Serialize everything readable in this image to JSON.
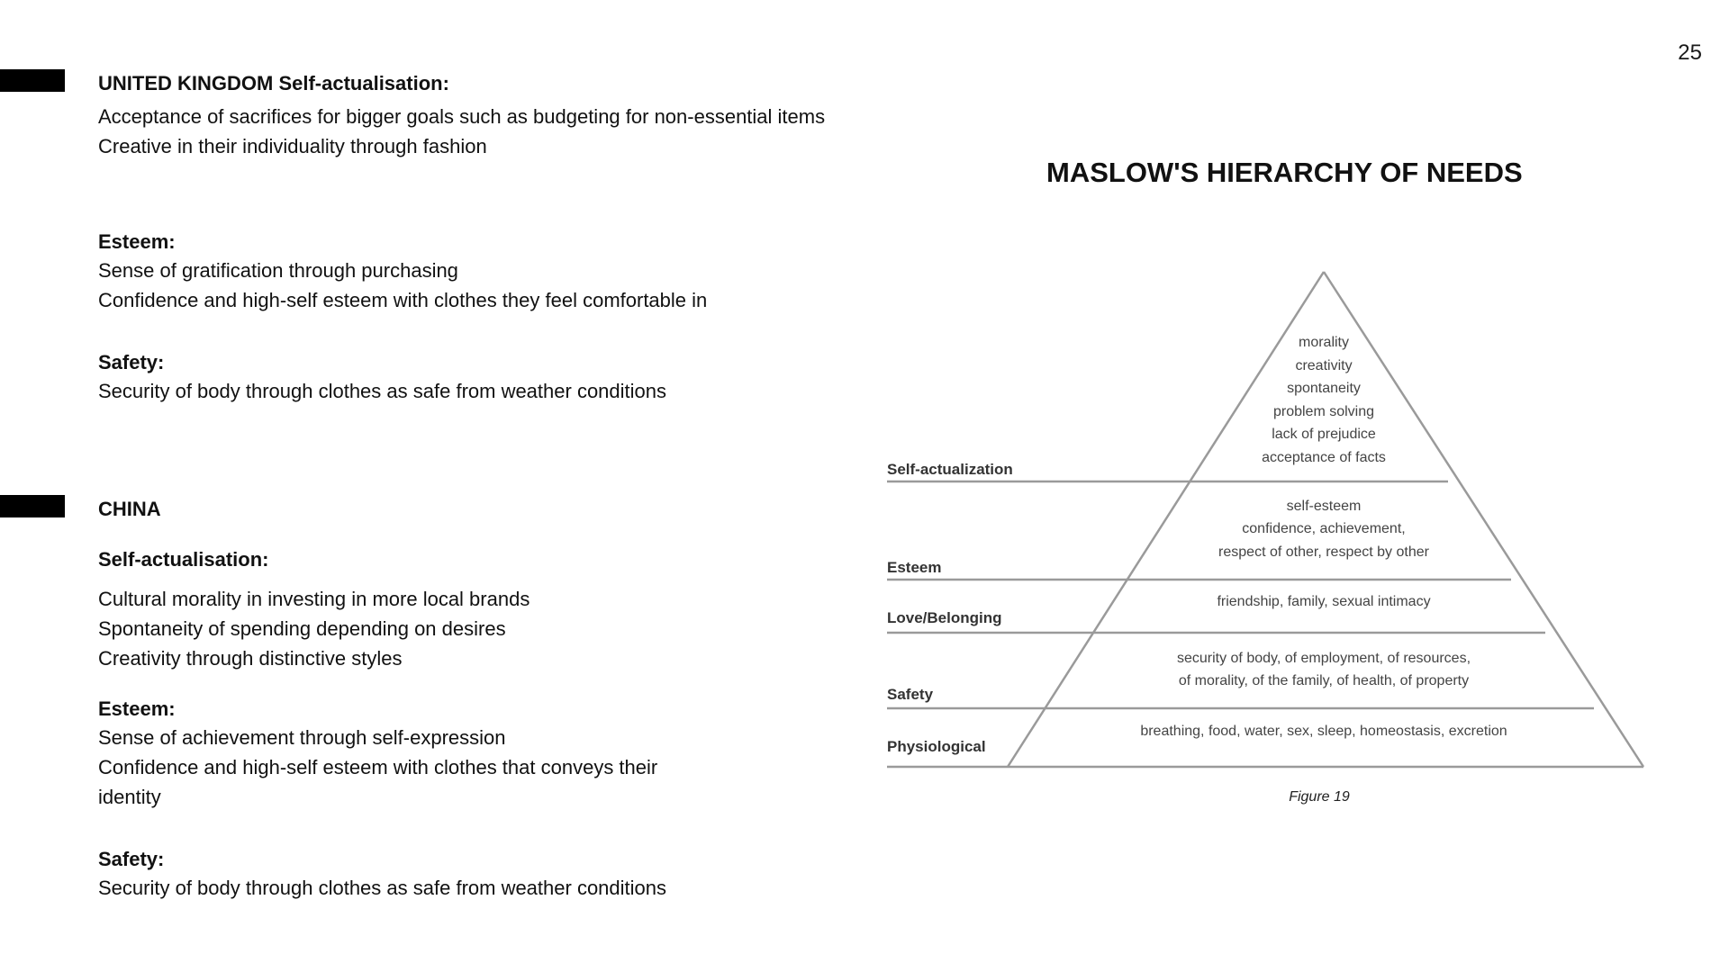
{
  "page_number": "25",
  "uk": {
    "heading": "UNITED KINGDOM Self-actualisation:",
    "self_actualisation": [
      "Acceptance of sacrifices for bigger goals such as budgeting for non-essential items",
      "Creative in their individuality through fashion"
    ],
    "esteem_heading": "Esteem:",
    "esteem": [
      "Sense of gratification through purchasing",
      "Confidence and high-self esteem with clothes they feel comfortable in"
    ],
    "safety_heading": "Safety:",
    "safety": [
      "Security of body through clothes as safe from weather conditions"
    ]
  },
  "china": {
    "heading": "CHINA",
    "self_actualisation_heading": "Self-actualisation:",
    "self_actualisation": [
      "Cultural morality in investing in more local brands",
      "Spontaneity of spending depending on desires",
      "Creativity through distinctive styles"
    ],
    "esteem_heading": "Esteem:",
    "esteem": [
      "Sense of achievement through self-expression",
      "Confidence and high-self esteem with clothes that conveys their",
      "identity"
    ],
    "safety_heading": "Safety:",
    "safety": [
      "Security of body through clothes as safe from weather conditions"
    ]
  },
  "figure": {
    "title": "MASLOW'S HIERARCHY OF NEEDS",
    "caption": "Figure 19",
    "levels": [
      {
        "name": "Self-actualization",
        "lines": [
          "morality",
          "creativity",
          "spontaneity",
          "problem solving",
          "lack of prejudice",
          "acceptance of facts"
        ]
      },
      {
        "name": "Esteem",
        "lines": [
          "self-esteem",
          "confidence, achievement,",
          "respect of other, respect by other"
        ]
      },
      {
        "name": "Love/Belonging",
        "lines": [
          "friendship, family, sexual intimacy"
        ]
      },
      {
        "name": "Safety",
        "lines": [
          "security of body, of employment, of resources,",
          "of morality, of the family, of health, of property"
        ]
      },
      {
        "name": "Physiological",
        "lines": [
          "breathing, food, water, sex, sleep, homeostasis, excretion"
        ]
      }
    ]
  }
}
